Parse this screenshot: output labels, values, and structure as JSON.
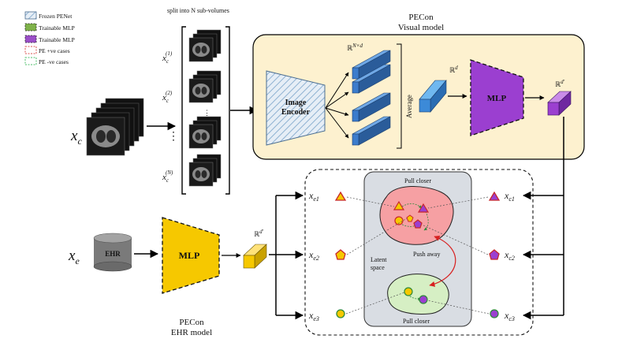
{
  "legend": {
    "items": [
      {
        "label": "Frozen PENet"
      },
      {
        "label": "Trainable MLP"
      },
      {
        "label": "Trainable MLP"
      },
      {
        "label": "PE +ve cases"
      },
      {
        "label": "PE -ve cases"
      }
    ],
    "colors": {
      "frozen": "#cfe0ef",
      "mlp_green": "#7fb24a",
      "mlp_purple": "#9b4fc8",
      "pos": "#d9534f",
      "neg": "#4cbf6a"
    }
  },
  "top": {
    "split_caption": "split into N sub-volumes",
    "input_var": "x",
    "input_sub": "c",
    "subvol_1": "x",
    "subvol_1_sub": "c",
    "subvol_1_sup": "(1)",
    "subvol_2": "x",
    "subvol_2_sub": "c",
    "subvol_2_sup": "(2)",
    "subvol_n": "x",
    "subvol_n_sub": "c",
    "subvol_n_sup": "(N)",
    "dots": "⋮"
  },
  "visual_model": {
    "title_line1": "PECon",
    "title_line2": "Visual model",
    "encoder_line1": "Image",
    "encoder_line2": "Encoder",
    "rnd_label": "ℝ",
    "rnd_sup": "N×d",
    "average_label": "Average",
    "rd_label": "ℝ",
    "rd_sup": "d",
    "mlp_label": "MLP",
    "rdprime_label": "ℝ",
    "rdprime_sup": "d'",
    "colors": {
      "panel_fill": "#fdf1cf",
      "cube_blue": "#2f6db5",
      "cube_light": "#3c8ad8",
      "mlp_purple": "#9b3fd0"
    }
  },
  "ehr_model": {
    "input_var": "x",
    "input_sub": "e",
    "cylinder_label": "EHR",
    "mlp_label": "MLP",
    "rdprime_label": "ℝ",
    "rdprime_sup": "d'",
    "title_line1": "PECon",
    "title_line2": "EHR model",
    "colors": {
      "mlp_yellow": "#f6c800",
      "cylinder": "#7a7a7a"
    }
  },
  "latent": {
    "pull_closer_top": "Pull closer",
    "pull_closer_bottom": "Pull closer",
    "push_away": "Push away",
    "latent_line1": "Latent",
    "latent_line2": "space",
    "left_labels": [
      {
        "var": "x",
        "sub": "e1"
      },
      {
        "var": "x",
        "sub": "e2"
      },
      {
        "var": "x",
        "sub": "e3"
      }
    ],
    "right_labels": [
      {
        "var": "x",
        "sub": "c1"
      },
      {
        "var": "x",
        "sub": "c2"
      },
      {
        "var": "x",
        "sub": "c3"
      }
    ],
    "colors": {
      "panel": "#d9dde3",
      "blob_pos": "#f6a0a3",
      "blob_neg": "#d6efc4",
      "arrow_red": "#d82020"
    }
  }
}
